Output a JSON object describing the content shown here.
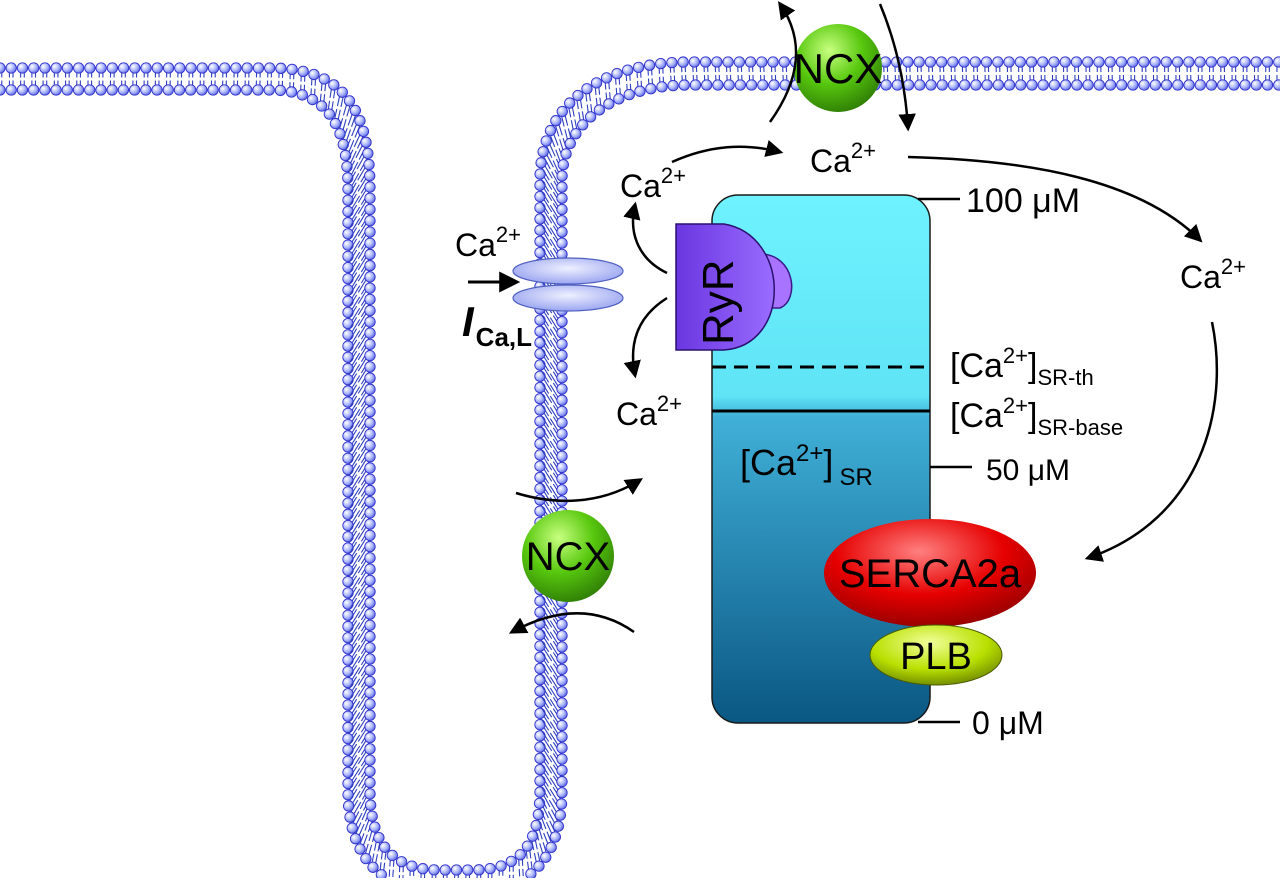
{
  "labels": {
    "ca": "Ca",
    "charge": "2+",
    "ncx_top": "NCX",
    "ncx_bottom": "NCX",
    "ryr": "RyR",
    "serca": "SERCA2a",
    "plb": "PLB",
    "ica_main": "I",
    "ica_sub": "Ca,L",
    "scale_top": "100 μM",
    "scale_mid": "50 μM",
    "scale_bottom": "0 μM",
    "sr_conc_sub": "SR",
    "sr_th_sub": "SR-th",
    "sr_base_sub": "SR-base",
    "bracket_open": "[",
    "bracket_close": "]"
  },
  "colors": {
    "lipid_head": "#9aa6ff",
    "lipid_edge": "#3030cc",
    "lipid_tail": "#2f3fbf",
    "sr_top": "#66eeff",
    "sr_bottom": "#0a5a85",
    "ncx": "#4fc20a",
    "ryr": "#8a55ee",
    "serca": "#e00000",
    "plb": "#b8e000",
    "channel": "#b8c4ff"
  },
  "icons": {
    "membrane": "lipid-bilayer",
    "channel": "l-type-calcium-channel"
  }
}
